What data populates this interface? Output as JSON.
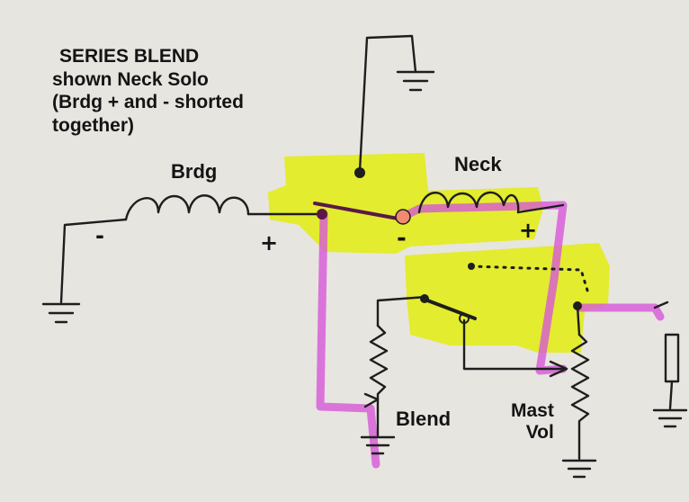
{
  "title": {
    "line1": "SERIES BLEND",
    "line2": "shown Neck Solo",
    "line3": "(Brdg + and - shorted",
    "line4": "together)"
  },
  "labels": {
    "brdg": "Brdg",
    "neck": "Neck",
    "blend": "Blend",
    "mast": "Mast",
    "vol": "Vol"
  },
  "signs": {
    "brdg_minus": "-",
    "brdg_plus": "+",
    "neck_minus": "-",
    "neck_plus": "+"
  },
  "colors": {
    "paper": "#e7e5e0",
    "ink": "#1e1e1e",
    "highlight_yellow": "#e2ec1c",
    "signal_path_magenta": "#d655d8",
    "switch_lever": "#5a1848",
    "switch_contact": "#f08a72"
  }
}
